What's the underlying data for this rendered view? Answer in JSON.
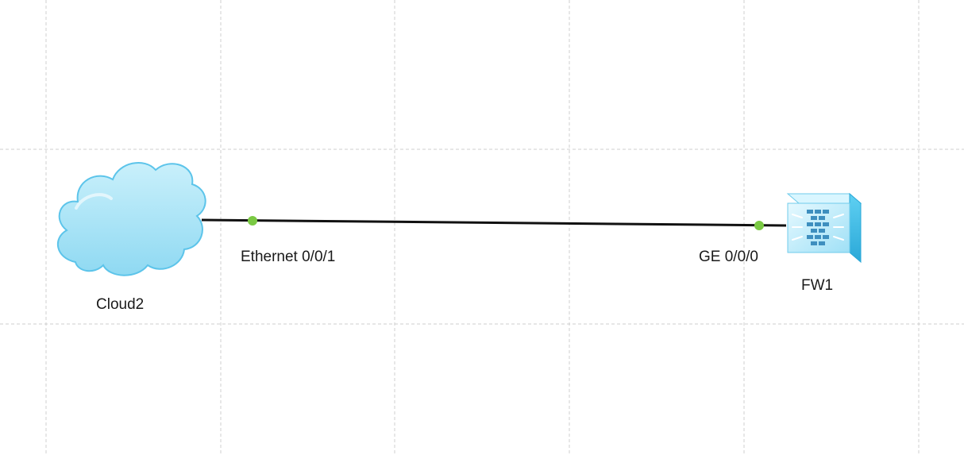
{
  "topology": {
    "devices": [
      {
        "id": "cloud2",
        "label": "Cloud2",
        "type": "cloud",
        "icon": "cloud-icon"
      },
      {
        "id": "fw1",
        "label": "FW1",
        "type": "firewall",
        "icon": "firewall-icon"
      }
    ],
    "link": {
      "from": "cloud2",
      "to": "fw1",
      "from_port": "Ethernet 0/0/1",
      "to_port": "GE 0/0/0",
      "status_color": "#7ac943"
    }
  },
  "colors": {
    "cloud_fill": "#aee6f7",
    "cloud_stroke": "#5cc4ea",
    "firewall_front": "#b8ecfa",
    "firewall_side": "#3fbbe6",
    "link": "#111111",
    "grid": "#cfcfcf",
    "port_indicator": "#7ac943"
  }
}
